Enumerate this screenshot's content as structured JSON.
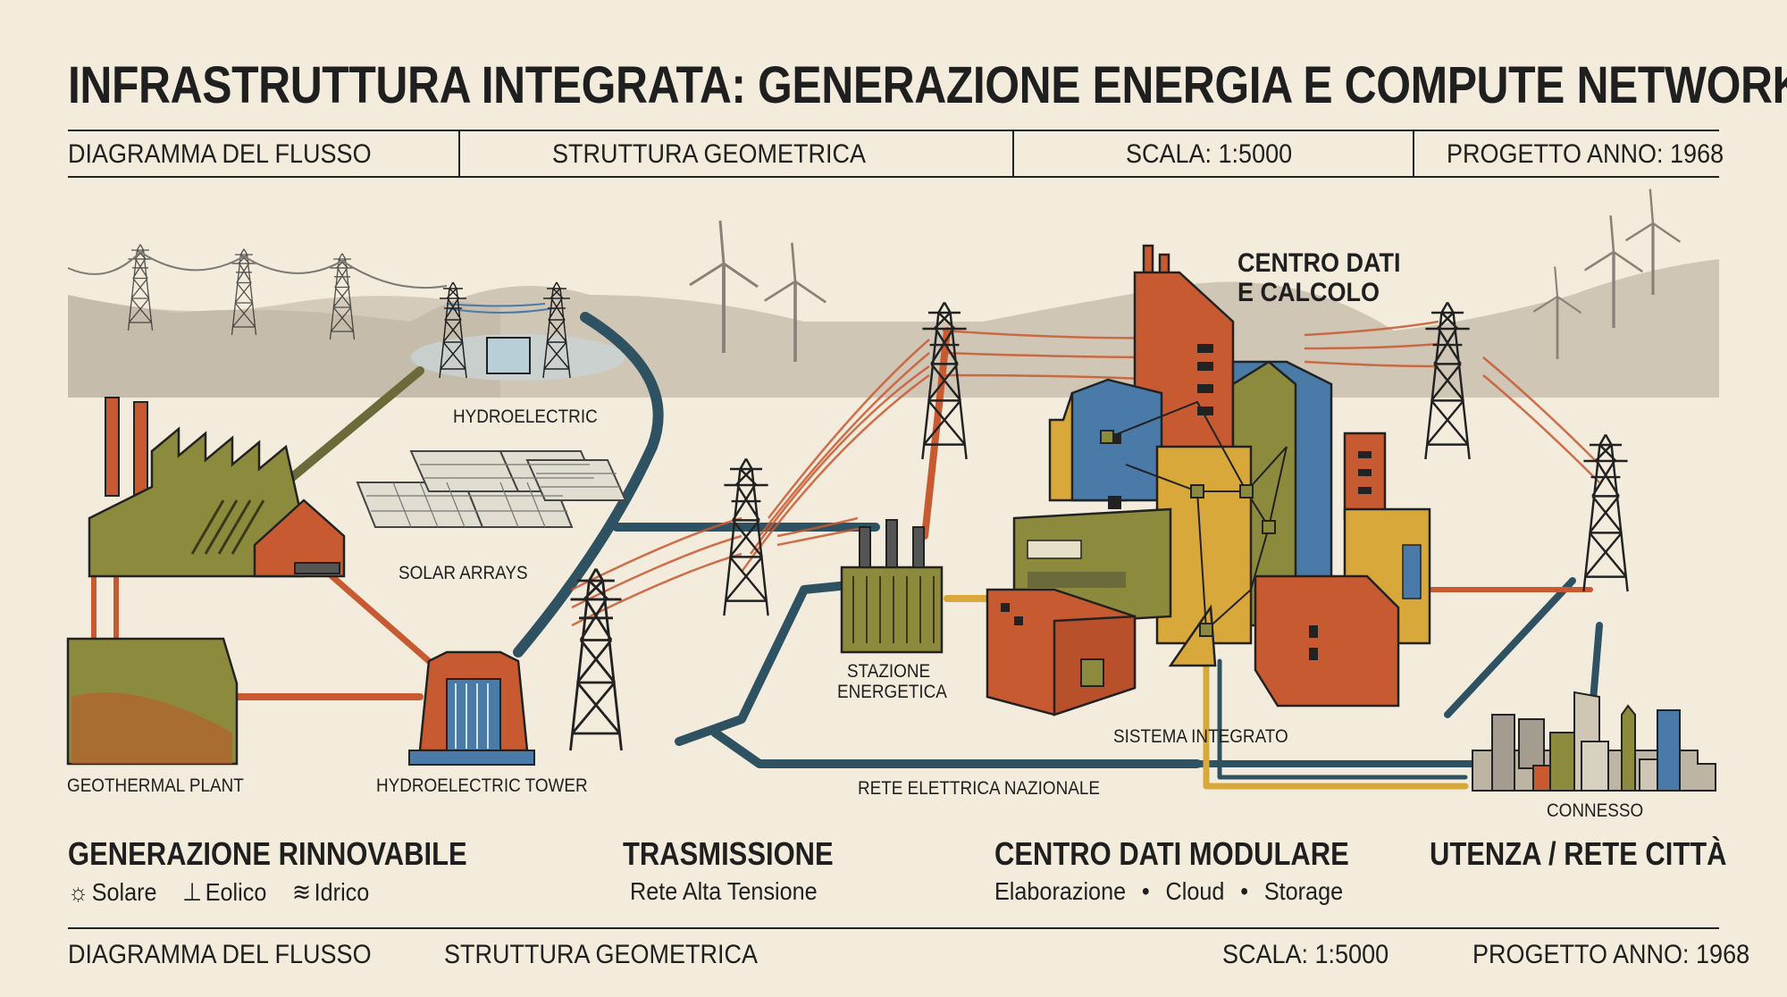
{
  "title": "INFRASTRUTTURA INTEGRATA: GENERAZIONE ENERGIA E COMPUTE NETWORK",
  "header": {
    "left": "DIAGRAMMA DEL FLUSSO",
    "mid": "STRUTTURA GEOMETRICA",
    "scale": "SCALA: 1:5000",
    "project": "PROGETTO ANNO: 1968"
  },
  "labels": {
    "hydroelectric": "HYDROELECTRIC",
    "solar": "SOLAR ARRAYS",
    "geothermal": "GEOTHERMAL PLANT",
    "hydro_tower": "HYDROELECTRIC TOWER",
    "station_line1": "STAZIONE",
    "station_line2": "ENERGETICA",
    "grid": "RETE ELETTRICA NAZIONALE",
    "integrated": "SISTEMA INTEGRATO",
    "connected": "CONNESSO",
    "datacenter_line1": "CENTRO DATI",
    "datacenter_line2": "E CALCOLO"
  },
  "sections": {
    "generation": {
      "title": "GENERAZIONE RINNOVABILE",
      "items": [
        {
          "icon": "sun-icon",
          "label": "Solare"
        },
        {
          "icon": "wind-icon",
          "label": "Eolico"
        },
        {
          "icon": "water-icon",
          "label": "Idrico"
        }
      ]
    },
    "transmission": {
      "title": "TRASMISSIONE",
      "subtitle": "Rete Alta Tensione"
    },
    "datacenter": {
      "title": "CENTRO DATI MODULARE",
      "items": [
        "Elaborazione",
        "Cloud",
        "Storage"
      ],
      "bullet": "•"
    },
    "utility": {
      "title": "UTENZA / RETE CITTÀ"
    }
  },
  "footer": {
    "left": "DIAGRAMMA DEL FLUSSO",
    "mid": "STRUTTURA GEOMETRICA",
    "scale": "SCALA: 1:5000",
    "project": "PROGETTO ANNO: 1968"
  },
  "colors": {
    "background": "#f3ecdc",
    "olive": "#8c8a3c",
    "rust": "#c85a32",
    "blue": "#4a7aa8",
    "mustard": "#d8a83a",
    "navy": "#2f5262",
    "hills": "#cfc6b6"
  }
}
